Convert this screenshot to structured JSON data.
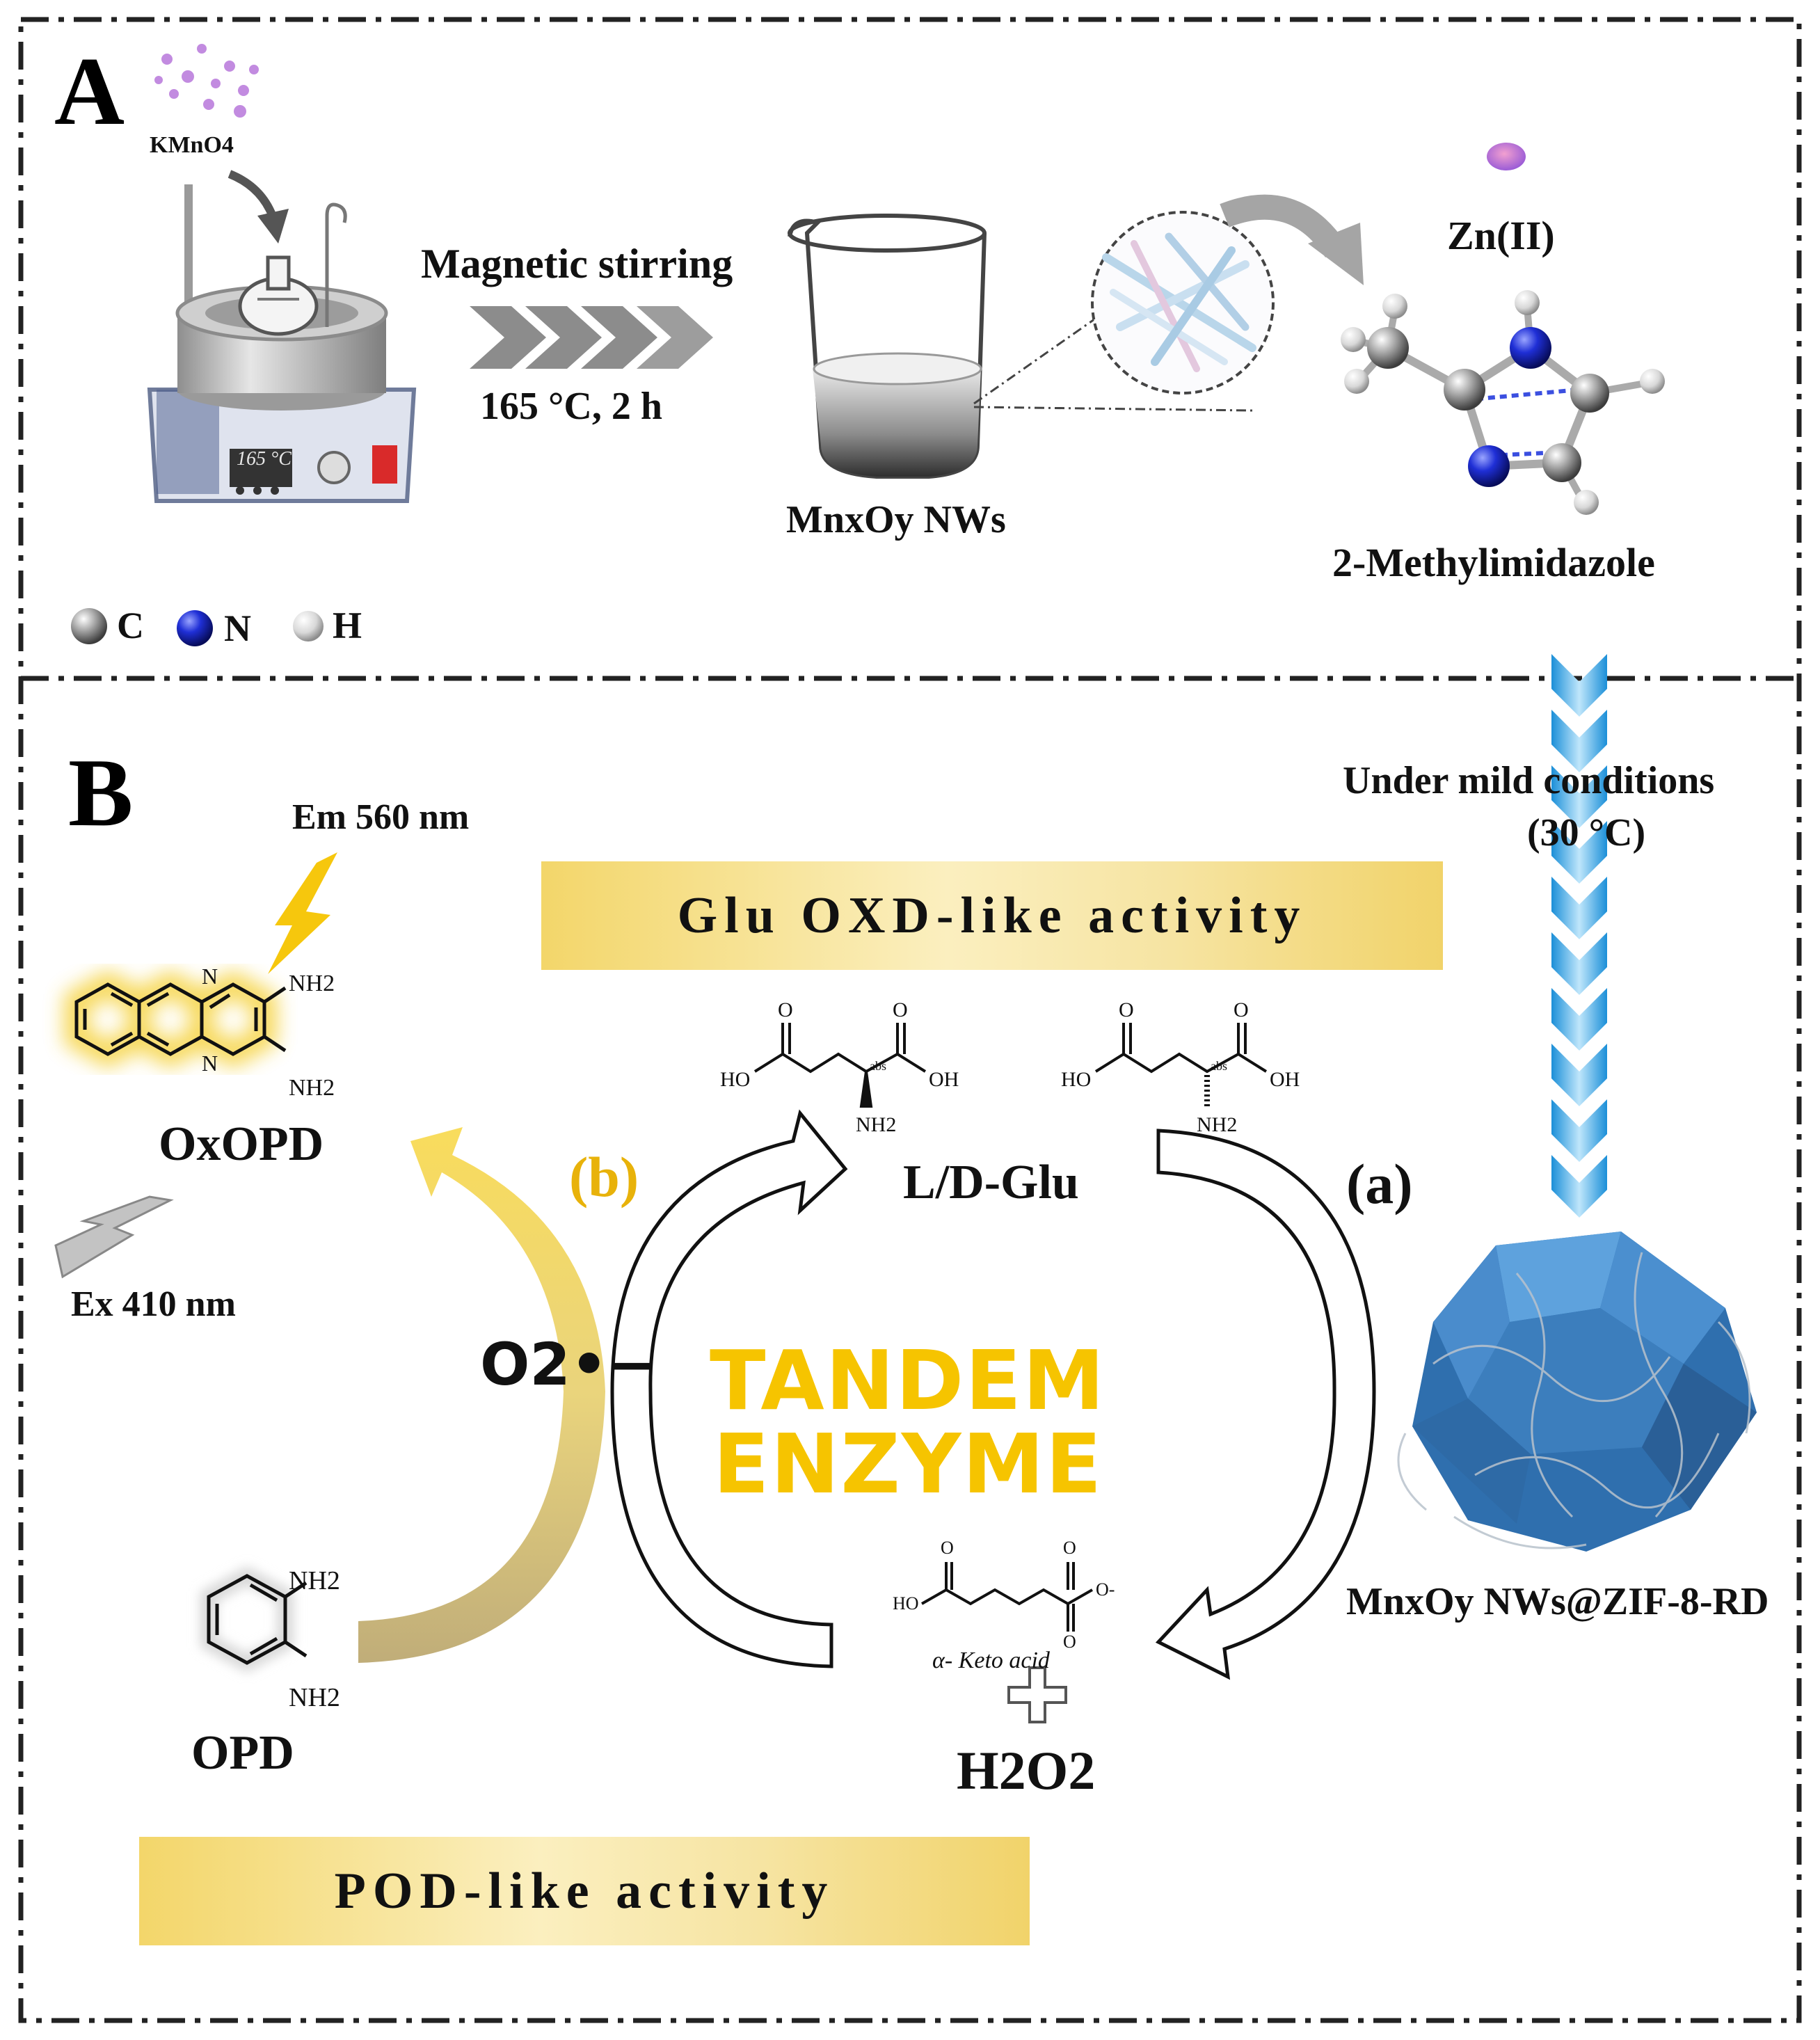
{
  "panel_a": {
    "label": "A",
    "kmno4": "KMnO4",
    "heater_display": "165 °C",
    "stirring_label": "Magnetic stirring",
    "condition_label": "165 °C, 2 h",
    "product_label": "MnxOy NWs",
    "zinc_label": "Zn(II)",
    "ligand_label": "2-Methylimidazole",
    "legend": {
      "c": "C",
      "n": "N",
      "h": "H"
    }
  },
  "panel_b": {
    "label": "B",
    "mild_condition_line1": "Under mild conditions",
    "mild_condition_line2": "(30 °C)",
    "emission_label": "Em 560 nm",
    "excitation_label": "Ex 410 nm",
    "oxopd_label": "OxOPD",
    "opd_label": "OPD",
    "glu_oxd_banner": "Glu OXD-like activity",
    "pod_banner": "POD-like activity",
    "glu_label": "L/D-Glu",
    "step_a": "(a)",
    "step_b": "(b)",
    "superoxide": "O2•−",
    "tandem_line1": "TANDEM",
    "tandem_line2": "ENZYME",
    "keto_acid_label": "α- Keto acid",
    "h2o2_label": "H2O2",
    "catalyst_label": "MnxOy NWs@ZIF-8-RD",
    "atom_labels": {
      "n": "N",
      "nh2": "NH2",
      "o": "O",
      "oh": "OH",
      "ho": "HO",
      "abs": "abs",
      "o_minus": "O-"
    }
  },
  "colors": {
    "yellow_accent": "#f6c400",
    "step_b_color": "#e8b20a",
    "blue_arrow": "#39a9e8",
    "crystal_blue": "#3f86c8",
    "nitrogen_blue": "#1f2fd6",
    "grey_atom": "#8a8a8a"
  }
}
